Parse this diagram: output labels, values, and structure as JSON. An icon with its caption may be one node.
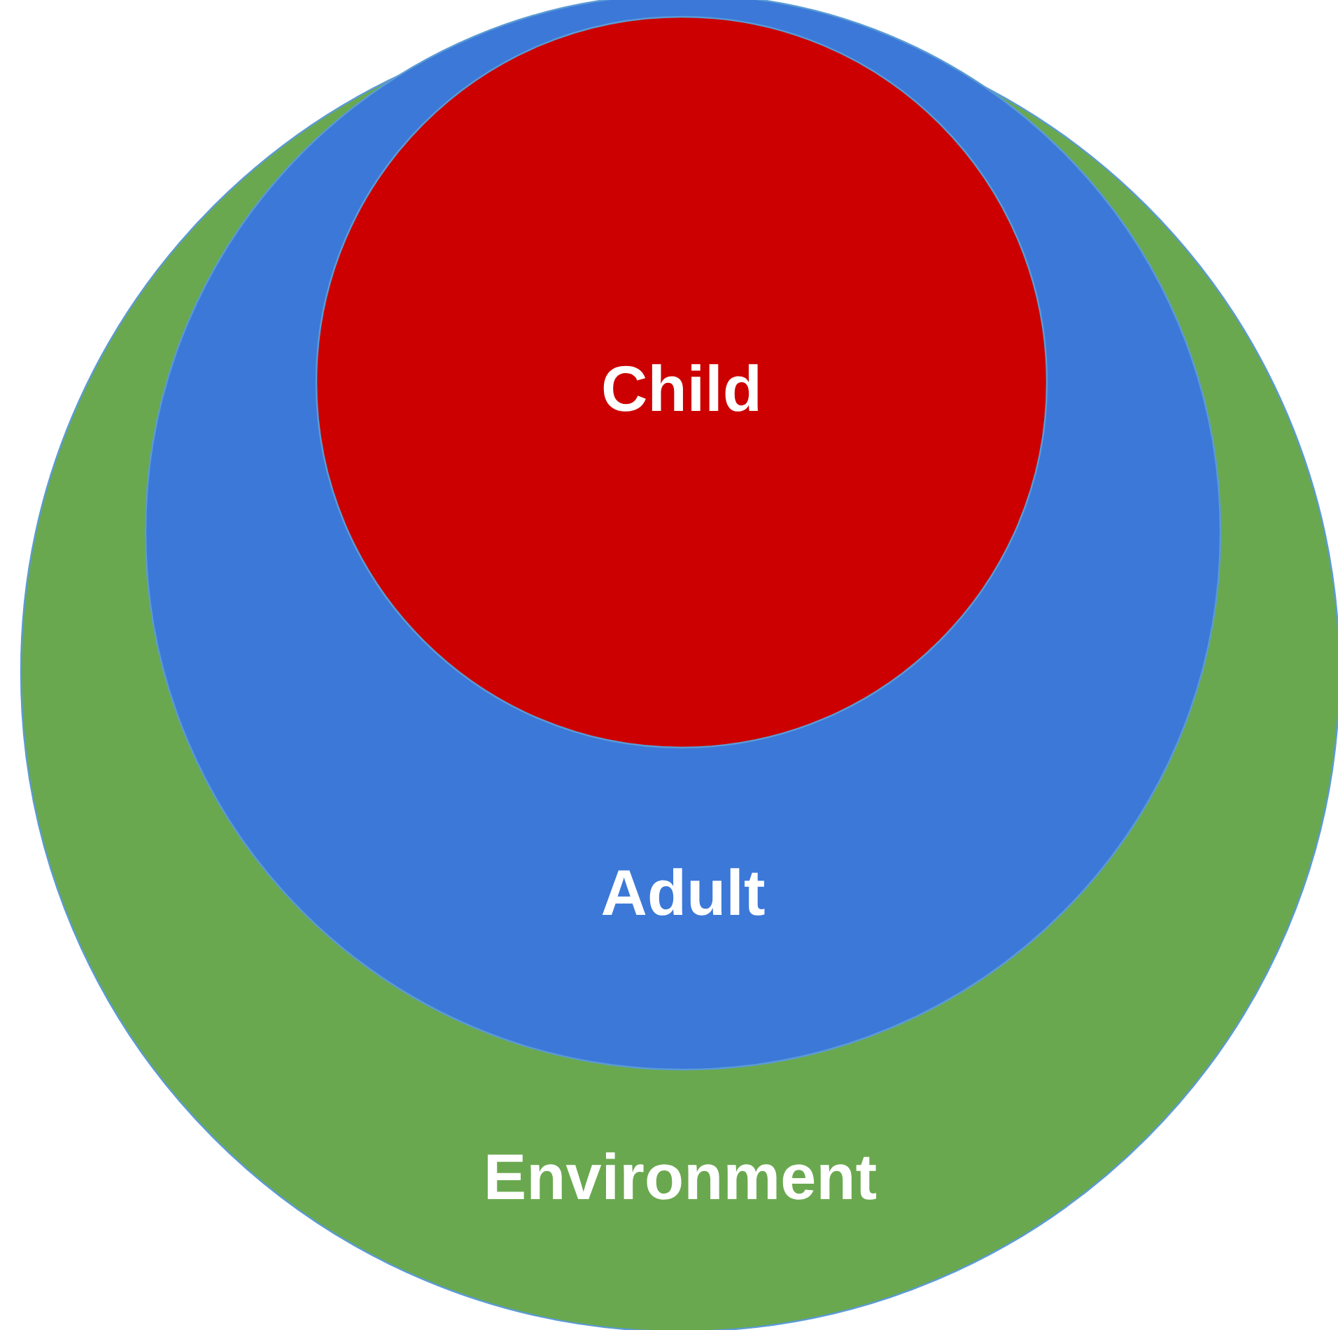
{
  "diagram": {
    "nodes": [
      {
        "text": [
          "Environment"
        ]
      },
      {
        "text": [
          "Adult"
        ],
        "in": 0
      },
      {
        "text": [
          "Child"
        ],
        "in": 1
      }
    ]
  }
}
